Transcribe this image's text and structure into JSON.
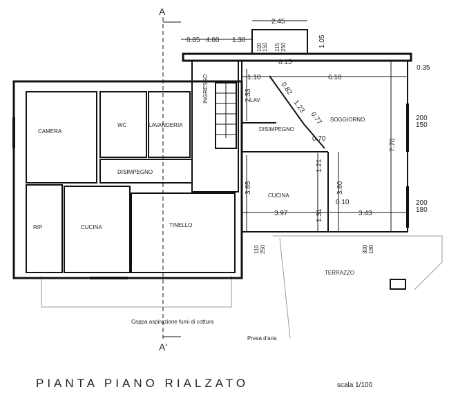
{
  "title": "PIANTA PIANO RIALZATO",
  "scale": "scala 1/100",
  "section_marks": {
    "top": "A",
    "bottom": "A'"
  },
  "rooms": {
    "camera": "CAMERA",
    "wc": "WC",
    "lavanderia": "LAVANDERIA",
    "disimpegno_left": "DISIMPEGNO",
    "rip": "RIP",
    "cucina_left": "CUCINA",
    "tinello": "TINELLO",
    "ingresso": "INGRESSO",
    "lav": "LAV.",
    "disimpegno_right": "DISIMPEGNO",
    "soggiorno": "SOGGIORNO",
    "cucina_right": "CUCINA",
    "terrazzo": "TERRAZZO"
  },
  "notes": {
    "cappa": "Cappa aspirazione fumi di cottura",
    "presa": "Presa d'aria"
  },
  "dimensions": {
    "d245": "2.45",
    "d085": "0.85",
    "d400": "4.00",
    "d130": "1.30",
    "d105": "1.05",
    "w115": "115",
    "w250a": "250",
    "w100": "100",
    "w150a": "150",
    "d015": "0.15",
    "d110": "1.10",
    "d610": "6.10",
    "d035": "0.35",
    "d082": "0.82",
    "d123": "1.23",
    "d077": "0.77",
    "d233": "2.33",
    "w200a": "200",
    "w150b": "150",
    "d770": "7.70",
    "d070": "0.70",
    "d121": "1.21",
    "d365": "3.65",
    "d360": "3.60",
    "d010": "0.10",
    "w200b": "200",
    "w180a": "180",
    "d397": "3.97",
    "d131": "1.31",
    "d343": "3.43",
    "w110": "110",
    "w250b": "250",
    "w300": "300",
    "w180b": "180"
  }
}
